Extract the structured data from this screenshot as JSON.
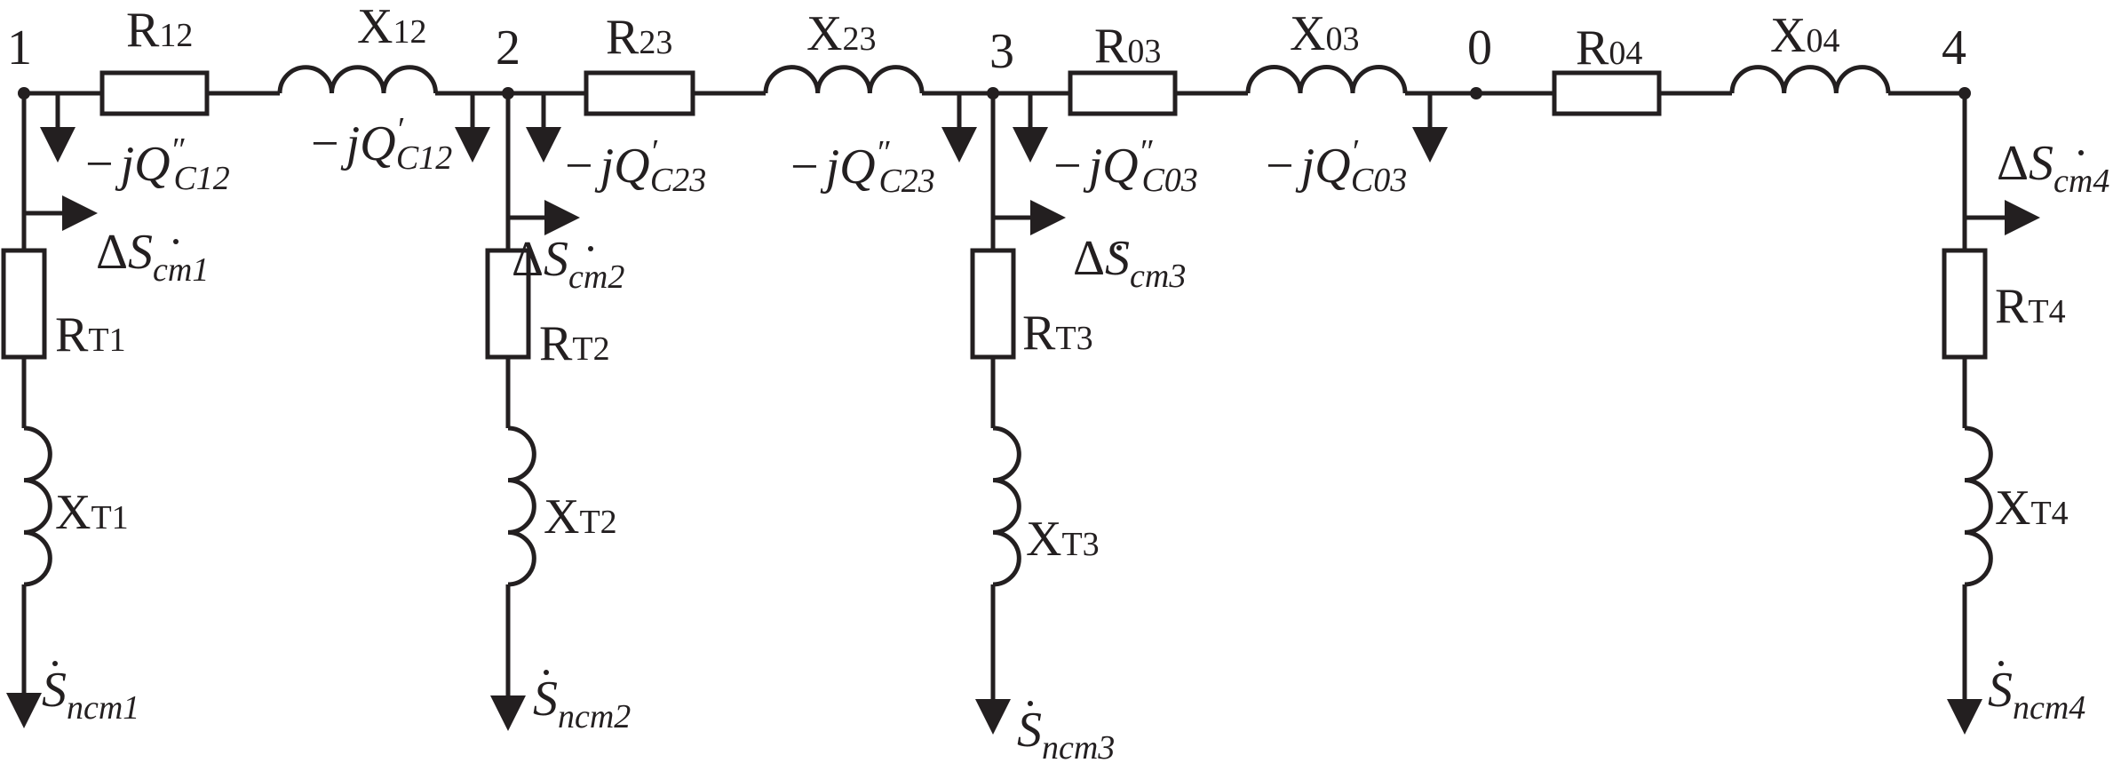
{
  "nodes": [
    "1",
    "2",
    "3",
    "0",
    "4"
  ],
  "line_elements": [
    {
      "id": "R12",
      "kind": "resistor",
      "base": "R",
      "sub": "12"
    },
    {
      "id": "X12",
      "kind": "inductor",
      "base": "X",
      "sub": "12"
    },
    {
      "id": "R23",
      "kind": "resistor",
      "base": "R",
      "sub": "23"
    },
    {
      "id": "X23",
      "kind": "inductor",
      "base": "X",
      "sub": "23"
    },
    {
      "id": "R03",
      "kind": "resistor",
      "base": "R",
      "sub": "03"
    },
    {
      "id": "X03",
      "kind": "inductor",
      "base": "X",
      "sub": "03"
    },
    {
      "id": "R04",
      "kind": "resistor",
      "base": "R",
      "sub": "04"
    },
    {
      "id": "X04",
      "kind": "inductor",
      "base": "X",
      "sub": "04"
    }
  ],
  "charging_labels": [
    {
      "prefix": "−",
      "j": "j",
      "Q": "Q",
      "prime": "″",
      "sub": "C12"
    },
    {
      "prefix": "−",
      "j": "j",
      "Q": "Q",
      "prime": "′",
      "sub": "C12"
    },
    {
      "prefix": "−",
      "j": "j",
      "Q": "Q",
      "prime": "′",
      "sub": "C23"
    },
    {
      "prefix": "−",
      "j": "j",
      "Q": "Q",
      "prime": "″",
      "sub": "C23"
    },
    {
      "prefix": "−",
      "j": "j",
      "Q": "Q",
      "prime": "″",
      "sub": "C03"
    },
    {
      "prefix": "−",
      "j": "j",
      "Q": "Q",
      "prime": "′",
      "sub": "C03"
    }
  ],
  "core_losses": [
    {
      "delta": "Δ",
      "S": "S",
      "sub": "cm1"
    },
    {
      "delta": "Δ",
      "S": "S",
      "sub": "cm2"
    },
    {
      "delta": "Δ",
      "S": "S",
      "sub": "cm3"
    },
    {
      "delta": "Δ",
      "S": "S",
      "sub": "cm4"
    }
  ],
  "transformers": [
    {
      "r_base": "R",
      "r_sub": "T1",
      "x_base": "X",
      "x_sub": "T1"
    },
    {
      "r_base": "R",
      "r_sub": "T2",
      "x_base": "X",
      "x_sub": "T2"
    },
    {
      "r_base": "R",
      "r_sub": "T3",
      "x_base": "X",
      "x_sub": "T3"
    },
    {
      "r_base": "R",
      "r_sub": "T4",
      "x_base": "X",
      "x_sub": "T4"
    }
  ],
  "loads": [
    {
      "S": "S",
      "sub": "ncm1"
    },
    {
      "S": "S",
      "sub": "ncm2"
    },
    {
      "S": "S",
      "sub": "ncm3"
    },
    {
      "S": "S",
      "sub": "ncm4"
    }
  ],
  "colors": {
    "ink": "#231f20",
    "background": "#ffffff"
  }
}
